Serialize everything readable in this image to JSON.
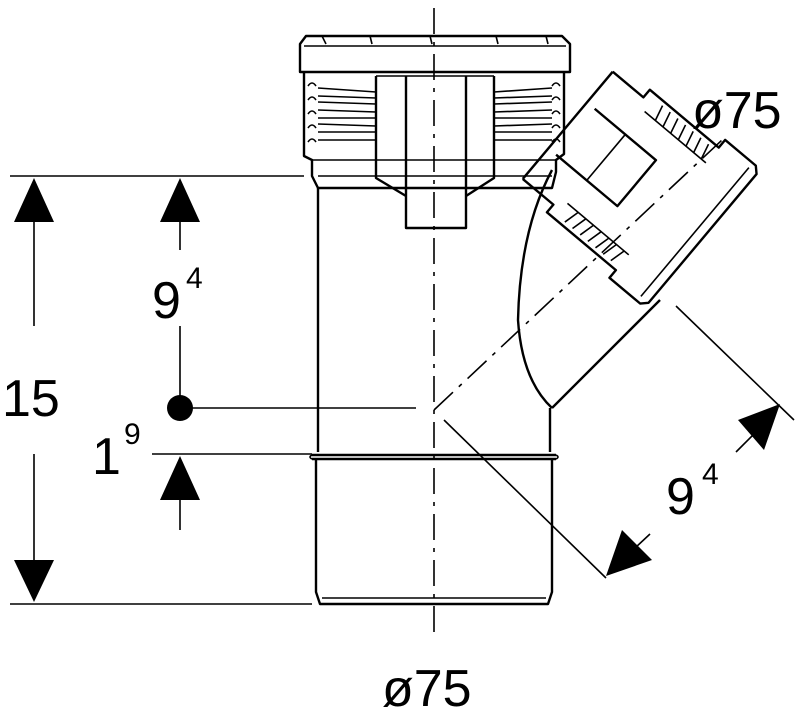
{
  "diameter_top": "ø75",
  "diameter_bottom": "ø75",
  "dim_total": "15",
  "dim_upper": {
    "base": "9",
    "sup": "4"
  },
  "dim_lower": {
    "base": "1",
    "sup": "9"
  },
  "dim_branch": {
    "base": "9",
    "sup": "4"
  }
}
